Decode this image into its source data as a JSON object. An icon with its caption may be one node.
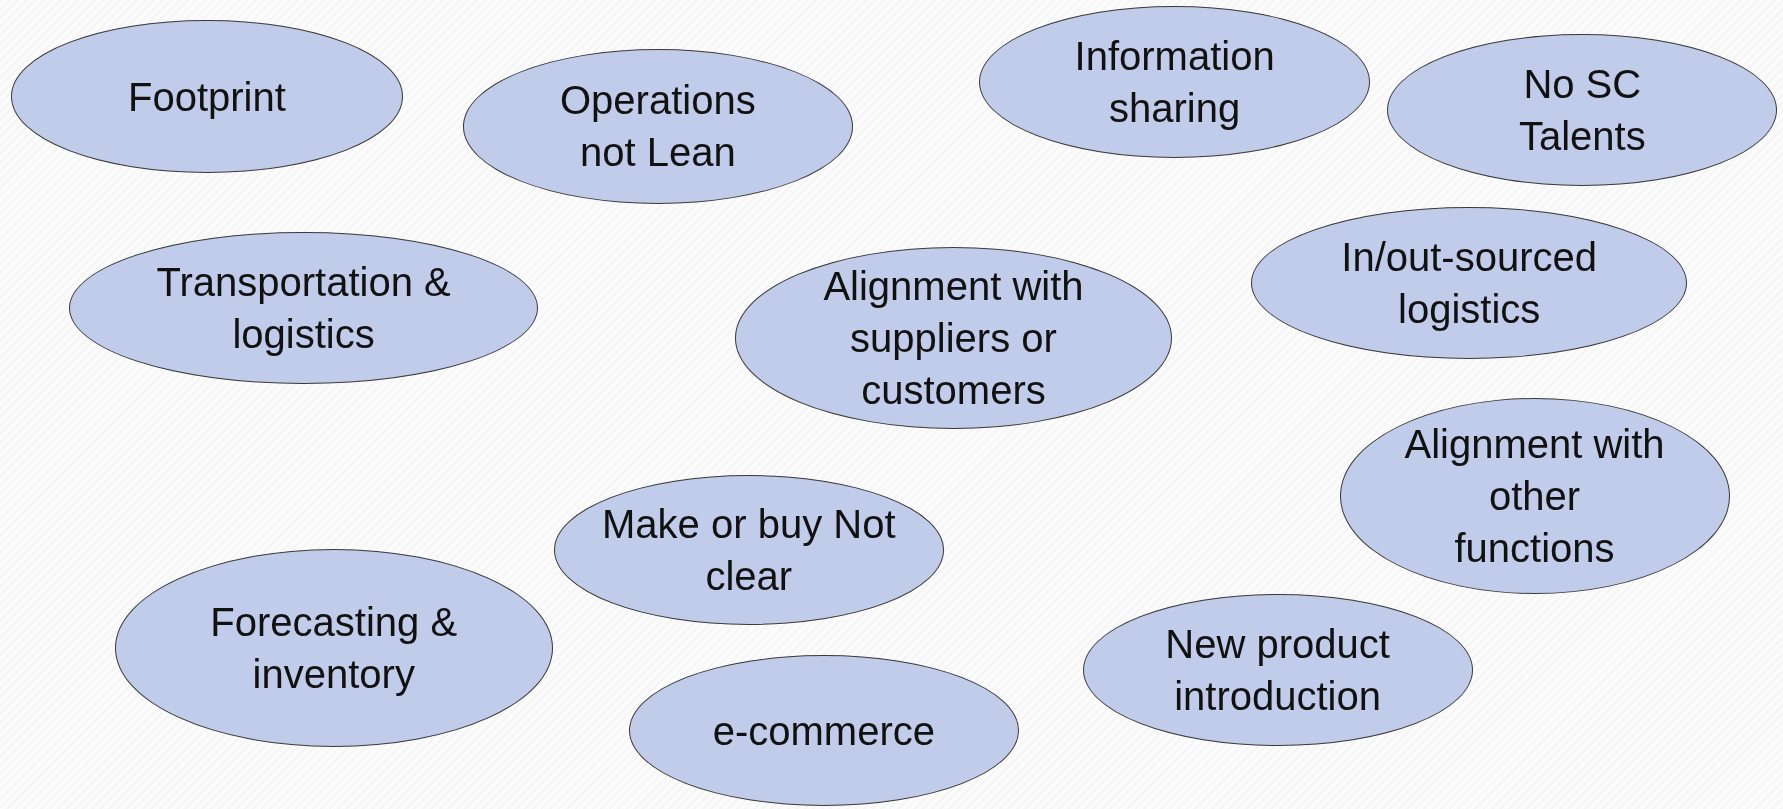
{
  "diagram": {
    "nodes": [
      {
        "text": [
          "Footprint"
        ]
      },
      {
        "text": [
          "Operations not Lean"
        ]
      },
      {
        "text": [
          "Information sharing"
        ]
      },
      {
        "text": [
          "No SC Talents"
        ]
      },
      {
        "text": [
          "Transportation & logistics"
        ]
      },
      {
        "text": [
          "In/out-sourced logistics"
        ]
      },
      {
        "text": [
          "Alignment with suppliers or customers"
        ]
      },
      {
        "text": [
          "Alignment with other functions"
        ]
      },
      {
        "text": [
          "Make or buy Not clear"
        ]
      },
      {
        "text": [
          "Forecasting & inventory"
        ]
      },
      {
        "text": [
          "New product introduction"
        ]
      },
      {
        "text": [
          "e-commerce"
        ]
      }
    ]
  }
}
